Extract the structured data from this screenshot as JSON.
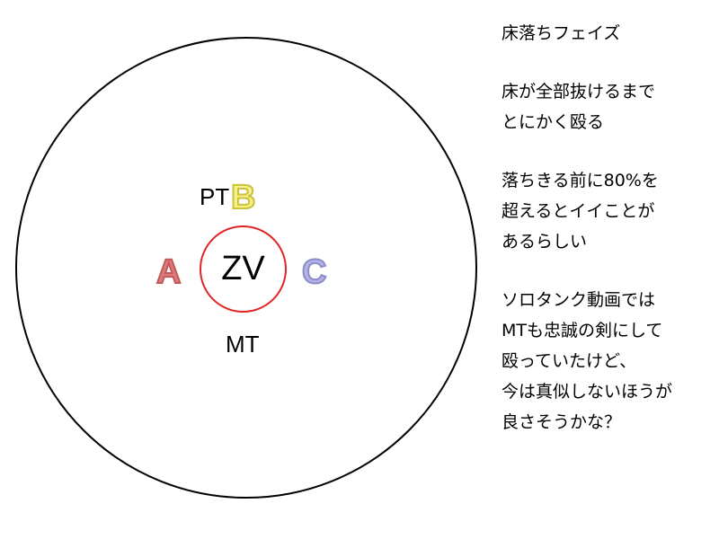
{
  "diagram": {
    "center": "ZV",
    "pt_label": "PT",
    "mt_label": "MT",
    "markers": {
      "a": "A",
      "b": "B",
      "c": "C"
    },
    "colors": {
      "inner_ring": "#e02424",
      "marker_a_fill": "#e07a7a",
      "marker_a_stroke": "#c05a5a",
      "marker_b_fill": "#f5f08a",
      "marker_b_stroke": "#c9c23a",
      "marker_c_fill": "#b4b4e4",
      "marker_c_stroke": "#8c8cc8"
    }
  },
  "notes": {
    "title": "床落ちフェイズ",
    "block1": [
      "床が全部抜けるまで",
      "とにかく殴る"
    ],
    "block2": [
      "落ちきる前に80%を",
      "超えるとイイことが",
      "あるらしい"
    ],
    "block3": [
      "ソロタンク動画では",
      "MTも忠誠の剣にして",
      "殴っていたけど、",
      "今は真似しないほうが",
      "良さそうかな？"
    ]
  }
}
